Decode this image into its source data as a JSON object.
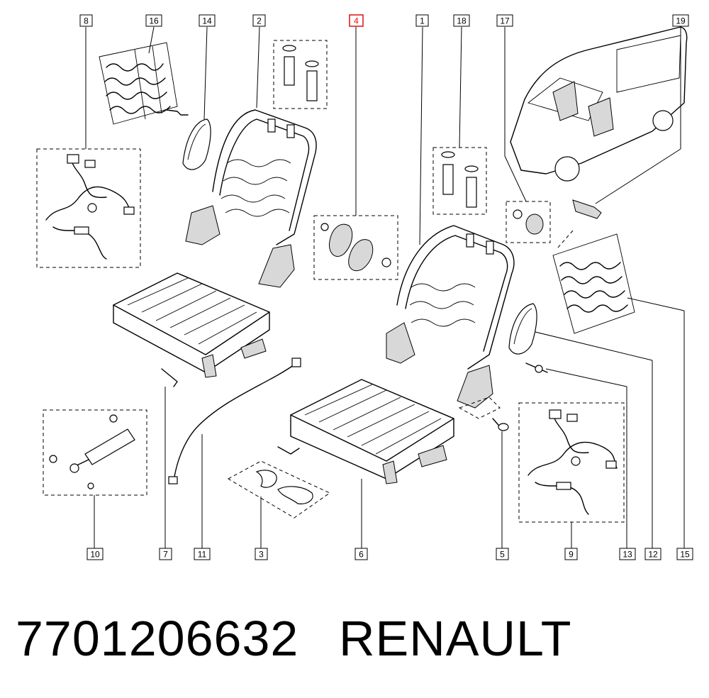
{
  "callouts": [
    {
      "id": "8",
      "text": "8"
    },
    {
      "id": "16",
      "text": "16"
    },
    {
      "id": "14",
      "text": "14"
    },
    {
      "id": "2",
      "text": "2"
    },
    {
      "id": "4",
      "text": "4",
      "highlighted": true
    },
    {
      "id": "1",
      "text": "1"
    },
    {
      "id": "18",
      "text": "18"
    },
    {
      "id": "17",
      "text": "17"
    },
    {
      "id": "19",
      "text": "19"
    },
    {
      "id": "10",
      "text": "10"
    },
    {
      "id": "7",
      "text": "7"
    },
    {
      "id": "11",
      "text": "11"
    },
    {
      "id": "3",
      "text": "3"
    },
    {
      "id": "6",
      "text": "6"
    },
    {
      "id": "5",
      "text": "5"
    },
    {
      "id": "9",
      "text": "9"
    },
    {
      "id": "13",
      "text": "13"
    },
    {
      "id": "12",
      "text": "12"
    },
    {
      "id": "15",
      "text": "15"
    }
  ],
  "footer": {
    "part_number": "7701206632",
    "brand": "RENAULT"
  },
  "colors": {
    "highlight": "#e01010",
    "line": "#000000",
    "background": "#ffffff"
  }
}
